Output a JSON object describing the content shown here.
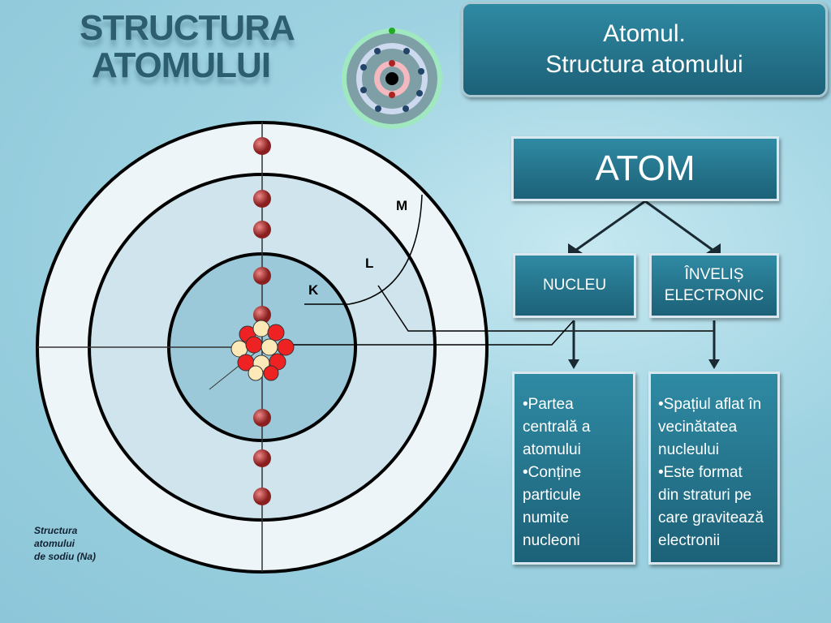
{
  "title": {
    "line1": "STRUCTURA",
    "line2": "ATOMULUI"
  },
  "header": {
    "line1": "Atomul.",
    "line2": "Structura atomului"
  },
  "atom_box": "ATOM",
  "nucleu_box": "NUCLEU",
  "invelis_box": {
    "line1": "ÎNVELIȘ",
    "line2": "ELECTRONIC"
  },
  "nucleu_desc": [
    "•Partea",
    "centrală a",
    "atomului",
    "•Conține",
    "particule",
    "numite",
    "nucleoni"
  ],
  "invelis_desc": [
    "•Spațiul aflat în",
    "vecinătatea",
    "nucleului",
    "•Este format",
    "din straturi pe",
    "care gravitează",
    "electronii"
  ],
  "shell_labels": {
    "k": "K",
    "l": "L",
    "m": "M"
  },
  "caption": [
    "Structura",
    "atomului",
    "de sodiu (Na)"
  ],
  "colors": {
    "box": "#1f6c84",
    "title": "#2d5e70"
  }
}
